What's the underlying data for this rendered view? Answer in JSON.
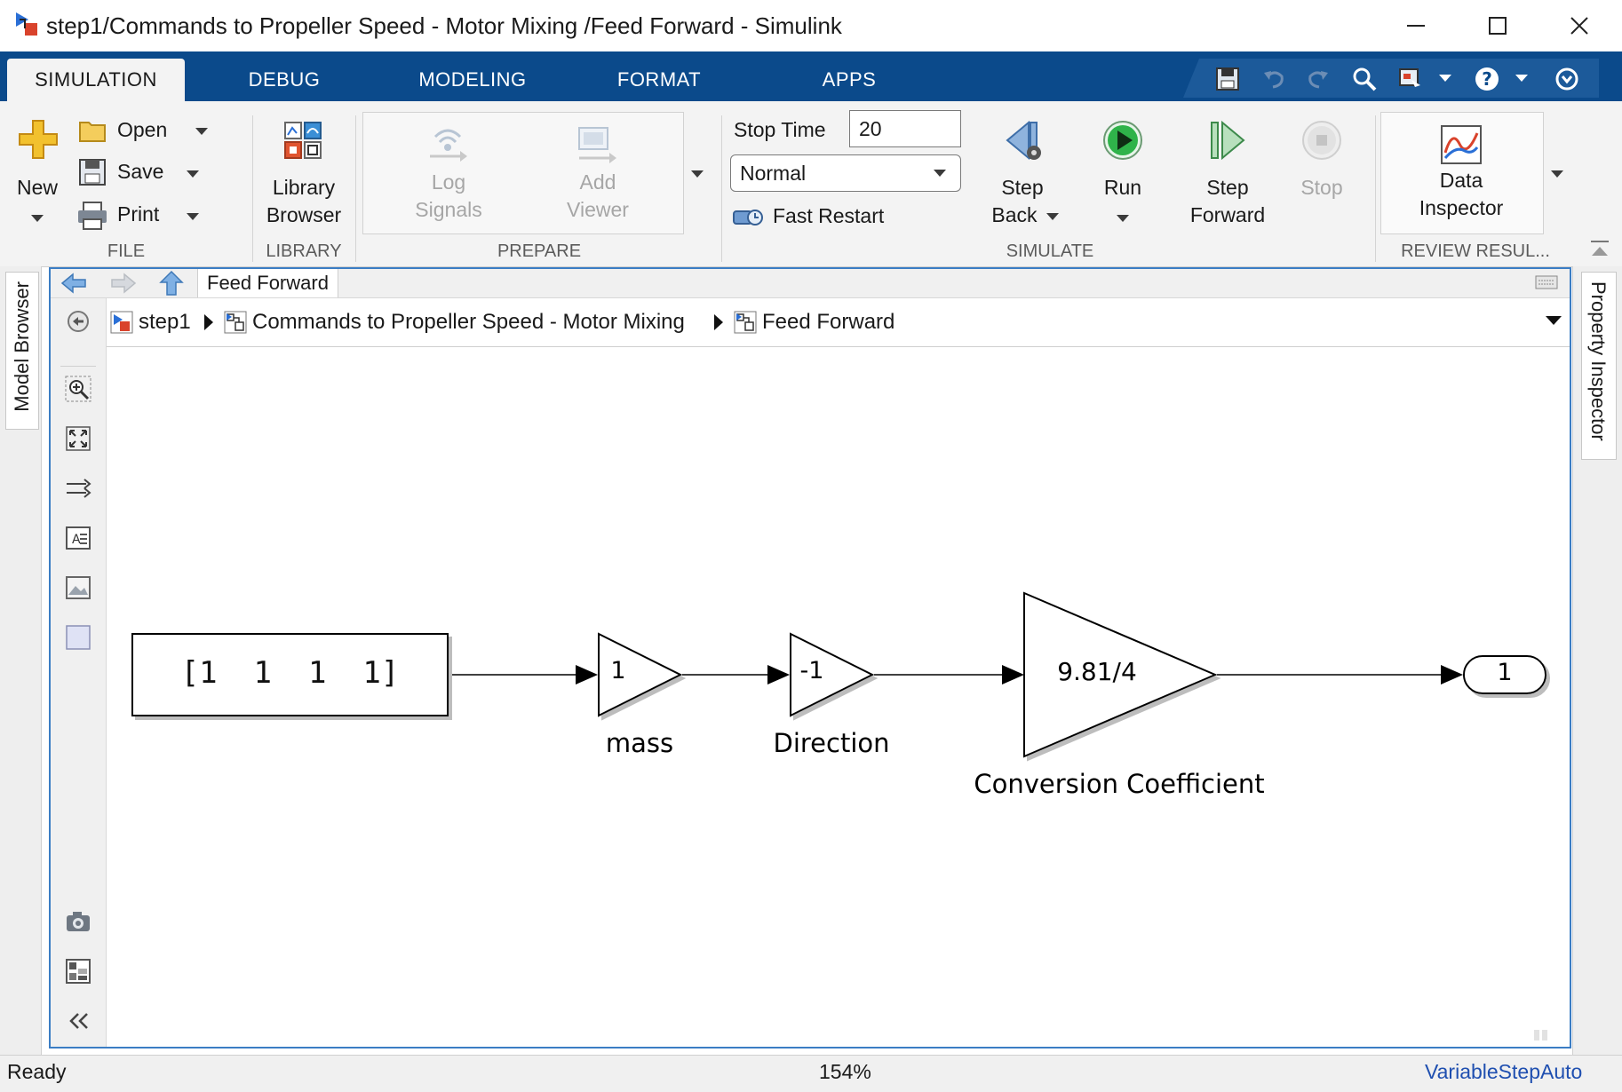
{
  "window": {
    "title": "step1/Commands to Propeller Speed - Motor Mixing /Feed Forward - Simulink"
  },
  "tabs": [
    {
      "label": "SIMULATION",
      "active": true
    },
    {
      "label": "DEBUG"
    },
    {
      "label": "MODELING"
    },
    {
      "label": "FORMAT"
    },
    {
      "label": "APPS"
    }
  ],
  "quick_access": [
    "save-icon",
    "undo-icon",
    "redo-icon",
    "search-icon",
    "find-icon",
    "help-icon",
    "expand-icon"
  ],
  "ribbon": {
    "file": {
      "section_label": "FILE",
      "new_label": "New",
      "open_label": "Open",
      "save_label": "Save",
      "print_label": "Print"
    },
    "library": {
      "section_label": "LIBRARY",
      "library_browser_line1": "Library",
      "library_browser_line2": "Browser"
    },
    "prepare": {
      "section_label": "PREPARE",
      "log_signals_line1": "Log",
      "log_signals_line2": "Signals",
      "add_viewer_line1": "Add",
      "add_viewer_line2": "Viewer"
    },
    "simulate": {
      "section_label": "SIMULATE",
      "stop_time_label": "Stop Time",
      "stop_time_value": "20",
      "mode_value": "Normal",
      "fast_restart_label": "Fast Restart",
      "step_back_line1": "Step",
      "step_back_line2": "Back",
      "run_label": "Run",
      "step_forward_line1": "Step",
      "step_forward_line2": "Forward",
      "stop_label": "Stop"
    },
    "review": {
      "section_label": "REVIEW RESUL...",
      "data_inspector_line1": "Data",
      "data_inspector_line2": "Inspector"
    }
  },
  "side_tabs": {
    "left": "Model Browser",
    "right": "Property Inspector"
  },
  "editor": {
    "nav_tab_label": "Feed Forward",
    "breadcrumb": [
      {
        "label": "step1"
      },
      {
        "label": "Commands to Propeller Speed - Motor Mixing"
      },
      {
        "label": "Feed Forward"
      }
    ]
  },
  "diagram": {
    "constant_value": "[1  1  1  1]",
    "gain_mass_value": "1",
    "gain_mass_label": "mass",
    "gain_direction_value": "-1",
    "gain_direction_label": "Direction",
    "gain_conversion_value": "9.81/4",
    "gain_conversion_label": "Conversion Coefficient",
    "outport_value": "1"
  },
  "status": {
    "left": "Ready",
    "zoom": "154%",
    "solver": "VariableStepAuto"
  },
  "colors": {
    "tab_strip": "#0b4a8b",
    "editor_border": "#3b7dc4",
    "solver_link": "#1f4fb0",
    "run_green": "#2fb34a"
  }
}
